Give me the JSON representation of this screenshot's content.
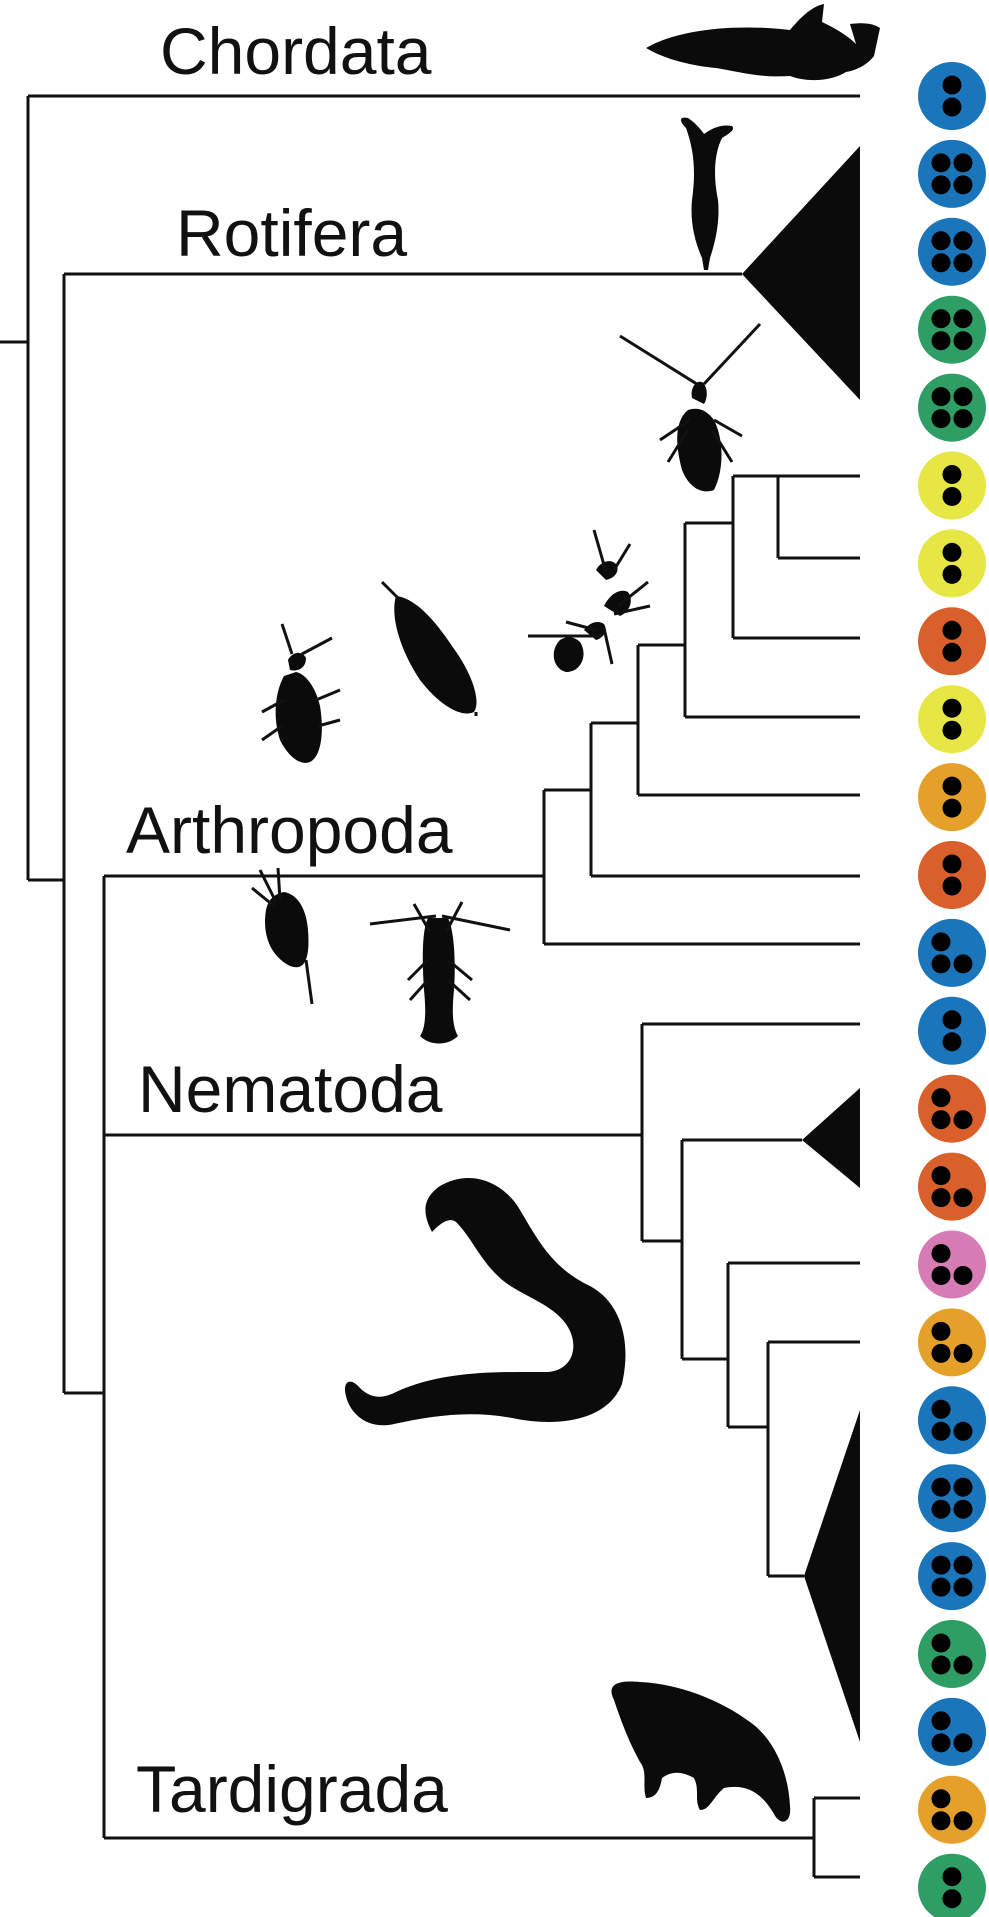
{
  "clades": [
    {
      "id": "chordata",
      "label": "Chordata",
      "silhouette": "fish-icon"
    },
    {
      "id": "rotifera",
      "label": "Rotifera",
      "silhouette": "rotifer-icon"
    },
    {
      "id": "arthropoda",
      "label": "Arthropoda",
      "silhouette": "arthropod-icons"
    },
    {
      "id": "nematoda",
      "label": "Nematoda",
      "silhouette": "nematode-icon"
    },
    {
      "id": "tardigrada",
      "label": "Tardigrada",
      "silhouette": "tardigrade-icon"
    }
  ],
  "markers": [
    {
      "color": "#1b75bb",
      "dots": 2
    },
    {
      "color": "#1b75bb",
      "dots": 4
    },
    {
      "color": "#1b75bb",
      "dots": 4
    },
    {
      "color": "#2e9e64",
      "dots": 4
    },
    {
      "color": "#2e9e64",
      "dots": 4
    },
    {
      "color": "#e6e644",
      "dots": 2
    },
    {
      "color": "#e6e644",
      "dots": 2
    },
    {
      "color": "#d9602a",
      "dots": 2
    },
    {
      "color": "#e6e644",
      "dots": 2
    },
    {
      "color": "#e5a02a",
      "dots": 2
    },
    {
      "color": "#d9602a",
      "dots": 2
    },
    {
      "color": "#1b75bb",
      "dots": 3
    },
    {
      "color": "#1b75bb",
      "dots": 2
    },
    {
      "color": "#d9602a",
      "dots": 3
    },
    {
      "color": "#d9602a",
      "dots": 3
    },
    {
      "color": "#d67bb4",
      "dots": 3
    },
    {
      "color": "#e5a02a",
      "dots": 3
    },
    {
      "color": "#1b75bb",
      "dots": 3
    },
    {
      "color": "#1b75bb",
      "dots": 4
    },
    {
      "color": "#1b75bb",
      "dots": 4
    },
    {
      "color": "#2e9e64",
      "dots": 3
    },
    {
      "color": "#1b75bb",
      "dots": 3
    },
    {
      "color": "#e5a02a",
      "dots": 3
    },
    {
      "color": "#2e9e64",
      "dots": 2
    }
  ],
  "colors": {
    "line": "#111111",
    "silhouette": "#0b0b0b",
    "dot": "#000000"
  }
}
